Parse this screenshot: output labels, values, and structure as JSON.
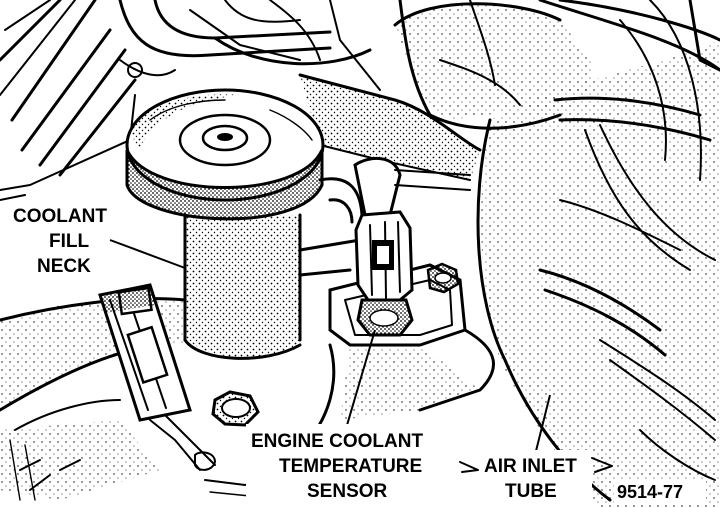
{
  "labels": {
    "coolant_fill_neck": [
      "COOLANT",
      "FILL",
      "NECK"
    ],
    "engine_coolant_sensor": [
      "ENGINE COOLANT",
      "TEMPERATURE",
      "SENSOR"
    ],
    "air_inlet_tube": [
      "AIR INLET",
      "TUBE"
    ]
  },
  "figure_ref": "9514-77",
  "colors": {
    "ink": "#000000",
    "paper": "#ffffff",
    "shade": "#6b6b6b"
  }
}
